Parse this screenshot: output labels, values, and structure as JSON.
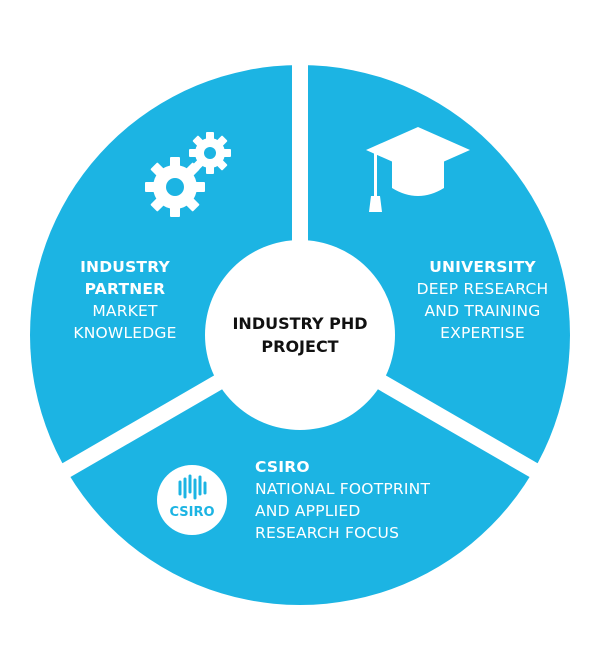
{
  "colors": {
    "segment": "#1CB4E3",
    "gap": "#ffffff",
    "center_text": "#111111"
  },
  "center": {
    "line1": "INDUSTRY PHD",
    "line2": "PROJECT"
  },
  "industry_partner": {
    "icon": "gears-icon",
    "heading1": "INDUSTRY",
    "heading2": "PARTNER",
    "desc1": "MARKET",
    "desc2": "KNOWLEDGE"
  },
  "university": {
    "icon": "graduation-cap-icon",
    "heading": "UNIVERSITY",
    "desc1": "DEEP RESEARCH",
    "desc2": "AND TRAINING",
    "desc3": "EXPERTISE"
  },
  "csiro": {
    "logo_text": "CSIRO",
    "heading": "CSIRO",
    "desc1": "NATIONAL FOOTPRINT",
    "desc2": "AND APPLIED",
    "desc3": "RESEARCH FOCUS"
  }
}
